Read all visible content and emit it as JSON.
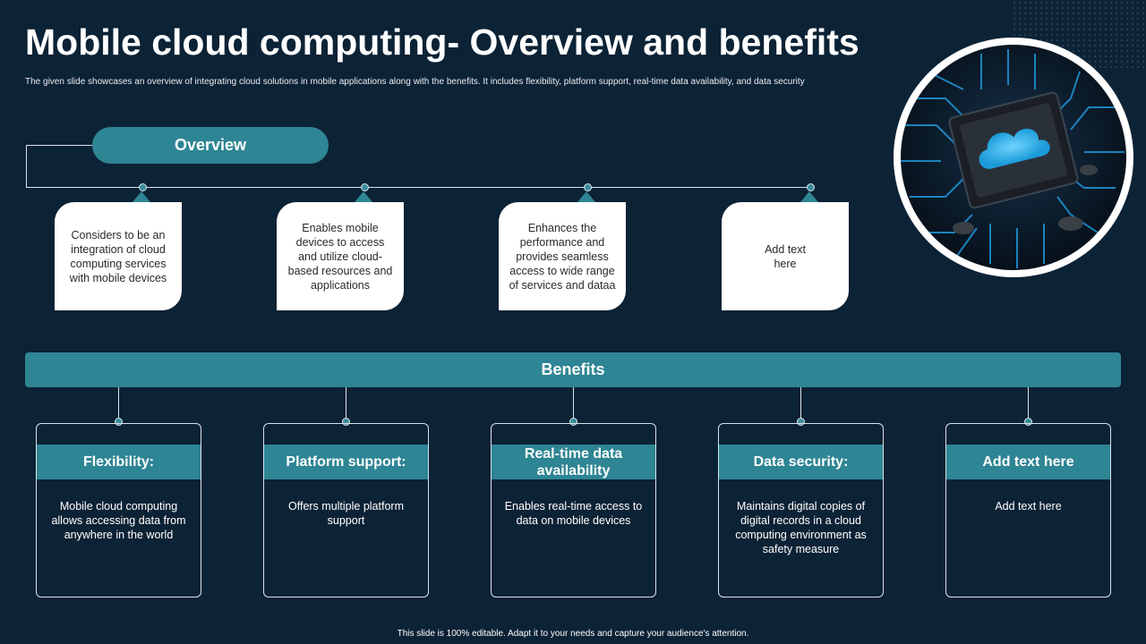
{
  "title": "Mobile cloud computing- Overview and benefits",
  "subtitle": "The given slide showcases an overview of integrating cloud solutions in mobile applications along with the benefits. It includes flexibility, platform support, real-time data availability, and data security",
  "overview": {
    "label": "Overview",
    "cards": [
      "Considers to be an integration of cloud computing services with mobile devices",
      "Enables mobile devices to access and utilize cloud-based resources and applications",
      "Enhances the performance and provides seamless access to wide range of services and dataa",
      "Add text here"
    ]
  },
  "benefits": {
    "label": "Benefits",
    "items": [
      {
        "heading": "Flexibility:",
        "body": "Mobile cloud computing allows accessing data from anywhere in the world"
      },
      {
        "heading": "Platform support:",
        "body": "Offers multiple platform support"
      },
      {
        "heading": "Real-time data availability",
        "body": "Enables real-time access to data on mobile devices"
      },
      {
        "heading": "Data security:",
        "body": "Maintains digital copies of digital records in a cloud computing environment as safety measure"
      },
      {
        "heading": "Add text here",
        "body": "Add text here"
      }
    ]
  },
  "image": {
    "icon": "cloud-chip-icon"
  },
  "footer": "This slide is 100% editable. Adapt it to your needs and capture your audience's attention.",
  "colors": {
    "background": "#0c2235",
    "accent": "#2e8593",
    "card": "#ffffff"
  }
}
